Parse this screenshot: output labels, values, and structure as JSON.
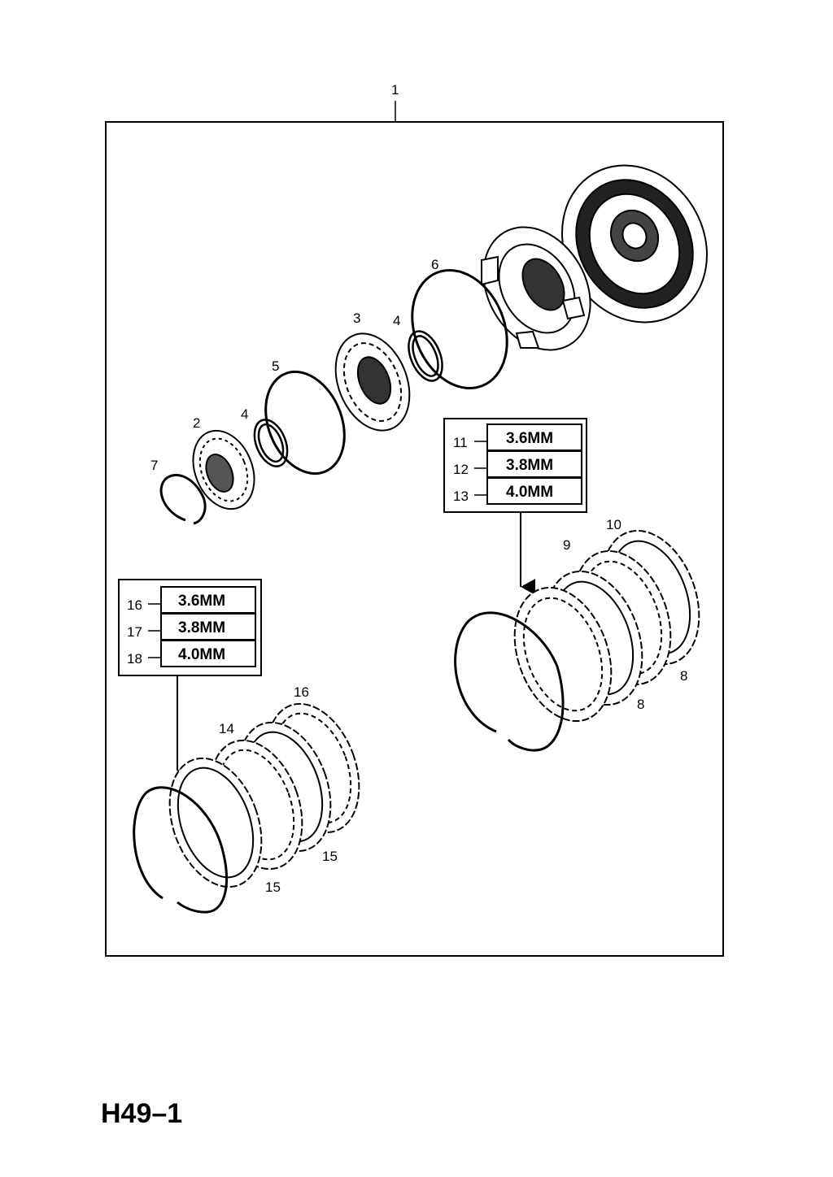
{
  "callouts": {
    "assembly": "1",
    "hub": "2",
    "bearing": "3",
    "seal_a": "4",
    "seal_b": "4",
    "ring_5": "5",
    "ring_6": "6",
    "snap_ring": "7",
    "plate_8a": "8",
    "plate_8b": "8",
    "plate_9": "9",
    "plate_10": "10",
    "plate_14": "14",
    "plate_15a": "15",
    "plate_15b": "15",
    "plate_16": "16"
  },
  "table_right": {
    "rows": [
      {
        "num": "11",
        "size": "3.6MM"
      },
      {
        "num": "12",
        "size": "3.8MM"
      },
      {
        "num": "13",
        "size": "4.0MM"
      }
    ]
  },
  "table_left": {
    "rows": [
      {
        "num": "16",
        "size": "3.6MM"
      },
      {
        "num": "17",
        "size": "3.8MM"
      },
      {
        "num": "18",
        "size": "4.0MM"
      }
    ]
  },
  "diagram_code": "H49–1"
}
